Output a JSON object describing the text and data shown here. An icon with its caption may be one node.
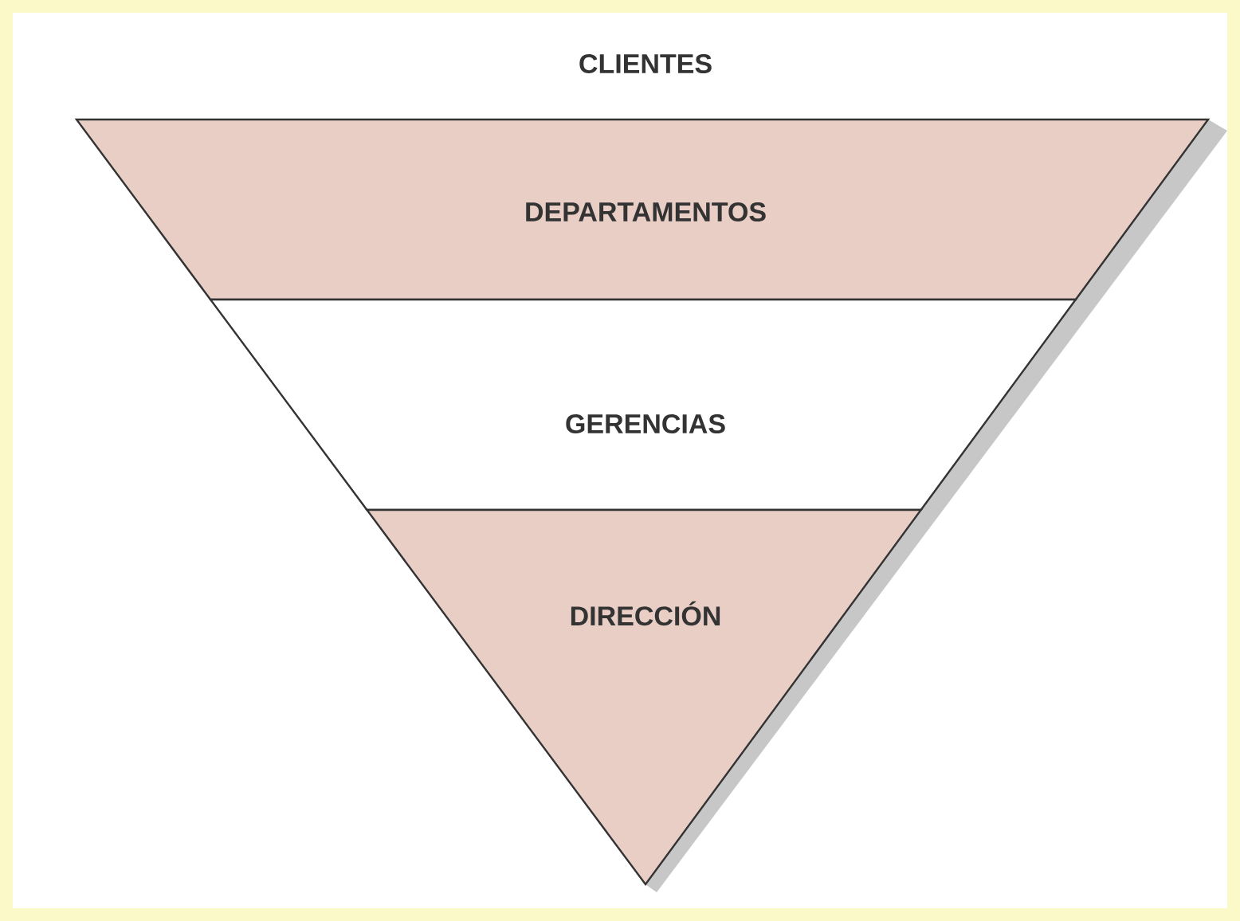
{
  "diagram": {
    "nodes": [
      {
        "text": [
          "DEPARTAMENTOS"
        ]
      },
      {
        "text": [
          "GERENCIAS"
        ]
      },
      {
        "text": [
          "DIRECCIÓN"
        ]
      }
    ],
    "labels": [
      "CLIENTES"
    ]
  }
}
